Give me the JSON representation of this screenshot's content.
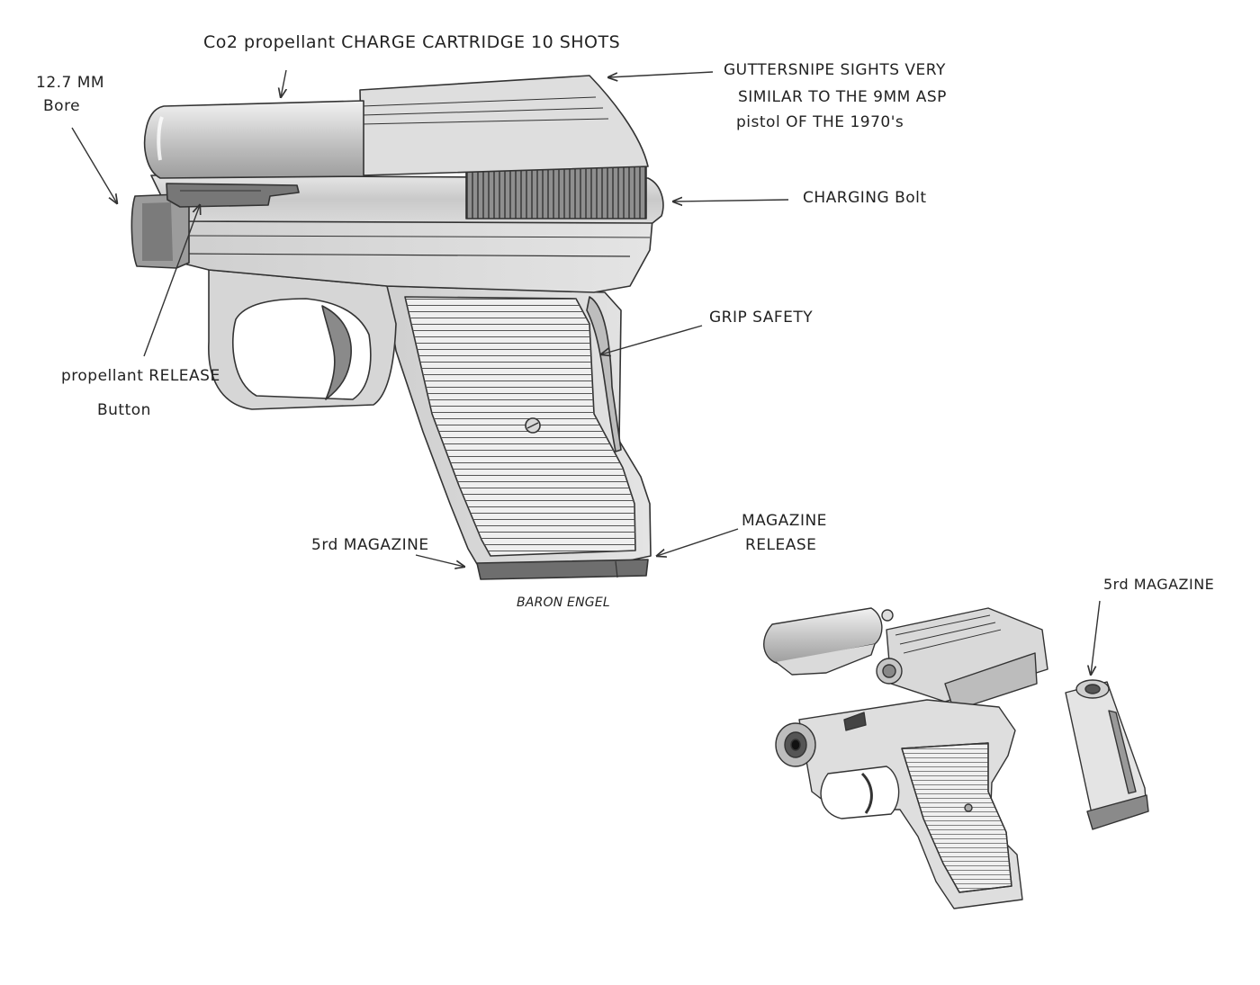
{
  "labels": {
    "co2_cartridge": "Co2 propellant CHARGE CARTRIDGE 10 SHOTS",
    "bore_1": "12.7 MM",
    "bore_2": "Bore",
    "sights_1": "GUTTERSNIPE SIGHTS VERY",
    "sights_2": "SIMILAR TO THE 9MM ASP",
    "sights_3": "pistol OF THE 1970's",
    "charging_bolt": "CHARGING Bolt",
    "grip_safety": "GRIP SAFETY",
    "propellant_release_1": "propellant RELEASE",
    "propellant_release_2": "Button",
    "magazine_5rd": "5rd MAGAZINE",
    "magazine_release_1": "MAGAZINE",
    "magazine_release_2": "RELEASE",
    "signature": "BARON ENGEL",
    "magazine_5rd_small": "5rd MAGAZINE"
  },
  "colors": {
    "pencil": "#333333",
    "shade": "#b9b9b9",
    "paper": "#ffffff"
  }
}
